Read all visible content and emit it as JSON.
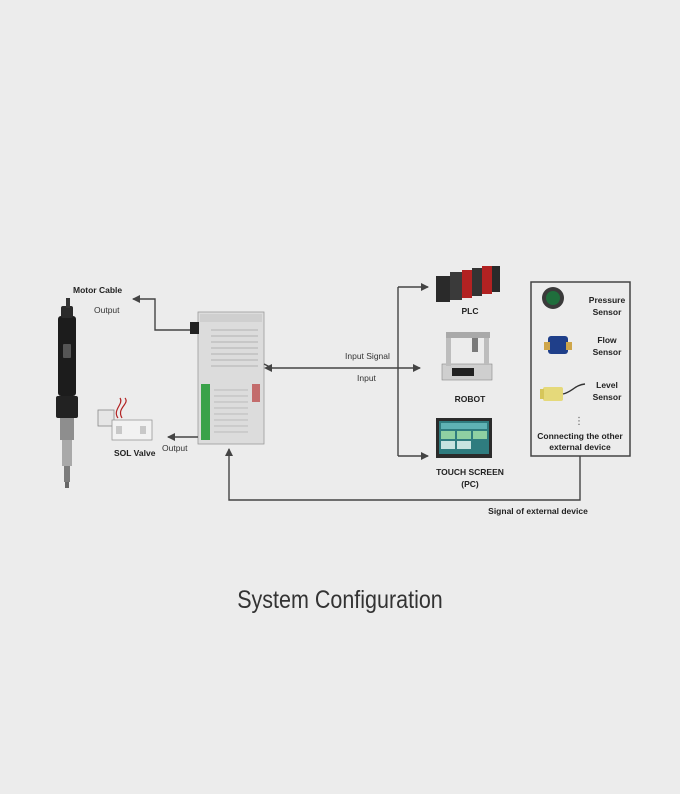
{
  "labels": {
    "motor_cable": "Motor Cable",
    "output_top": "Output",
    "sol_valve": "SOL Valve",
    "output_bottom": "Output",
    "input_signal": "Input Signal",
    "input": "Input",
    "plc": "PLC",
    "robot": "ROBOT",
    "touch_screen_l1": "TOUCH SCREEN",
    "touch_screen_l2": "(PC)",
    "pressure_l1": "Pressure",
    "pressure_l2": "Sensor",
    "flow_l1": "Flow",
    "flow_l2": "Sensor",
    "level_l1": "Level",
    "level_l2": "Sensor",
    "other_l1": "Connecting the other",
    "other_l2": "external device",
    "signal_external": "Signal of external device"
  },
  "title": "System Configuration",
  "colors": {
    "background": "#ececec",
    "line": "#444444",
    "controller_body": "#dcdcdc",
    "terminal_green": "#3aa24a",
    "accent_red": "#b22222"
  },
  "icons": {
    "screwdriver": "electric-screwdriver-icon",
    "controller": "controller-unit-icon",
    "valve": "solenoid-valve-icon",
    "plc": "plc-icon",
    "robot": "robot-icon",
    "touch_screen": "touch-screen-icon",
    "pressure": "pressure-sensor-icon",
    "flow": "flow-sensor-icon",
    "level": "level-sensor-icon"
  }
}
